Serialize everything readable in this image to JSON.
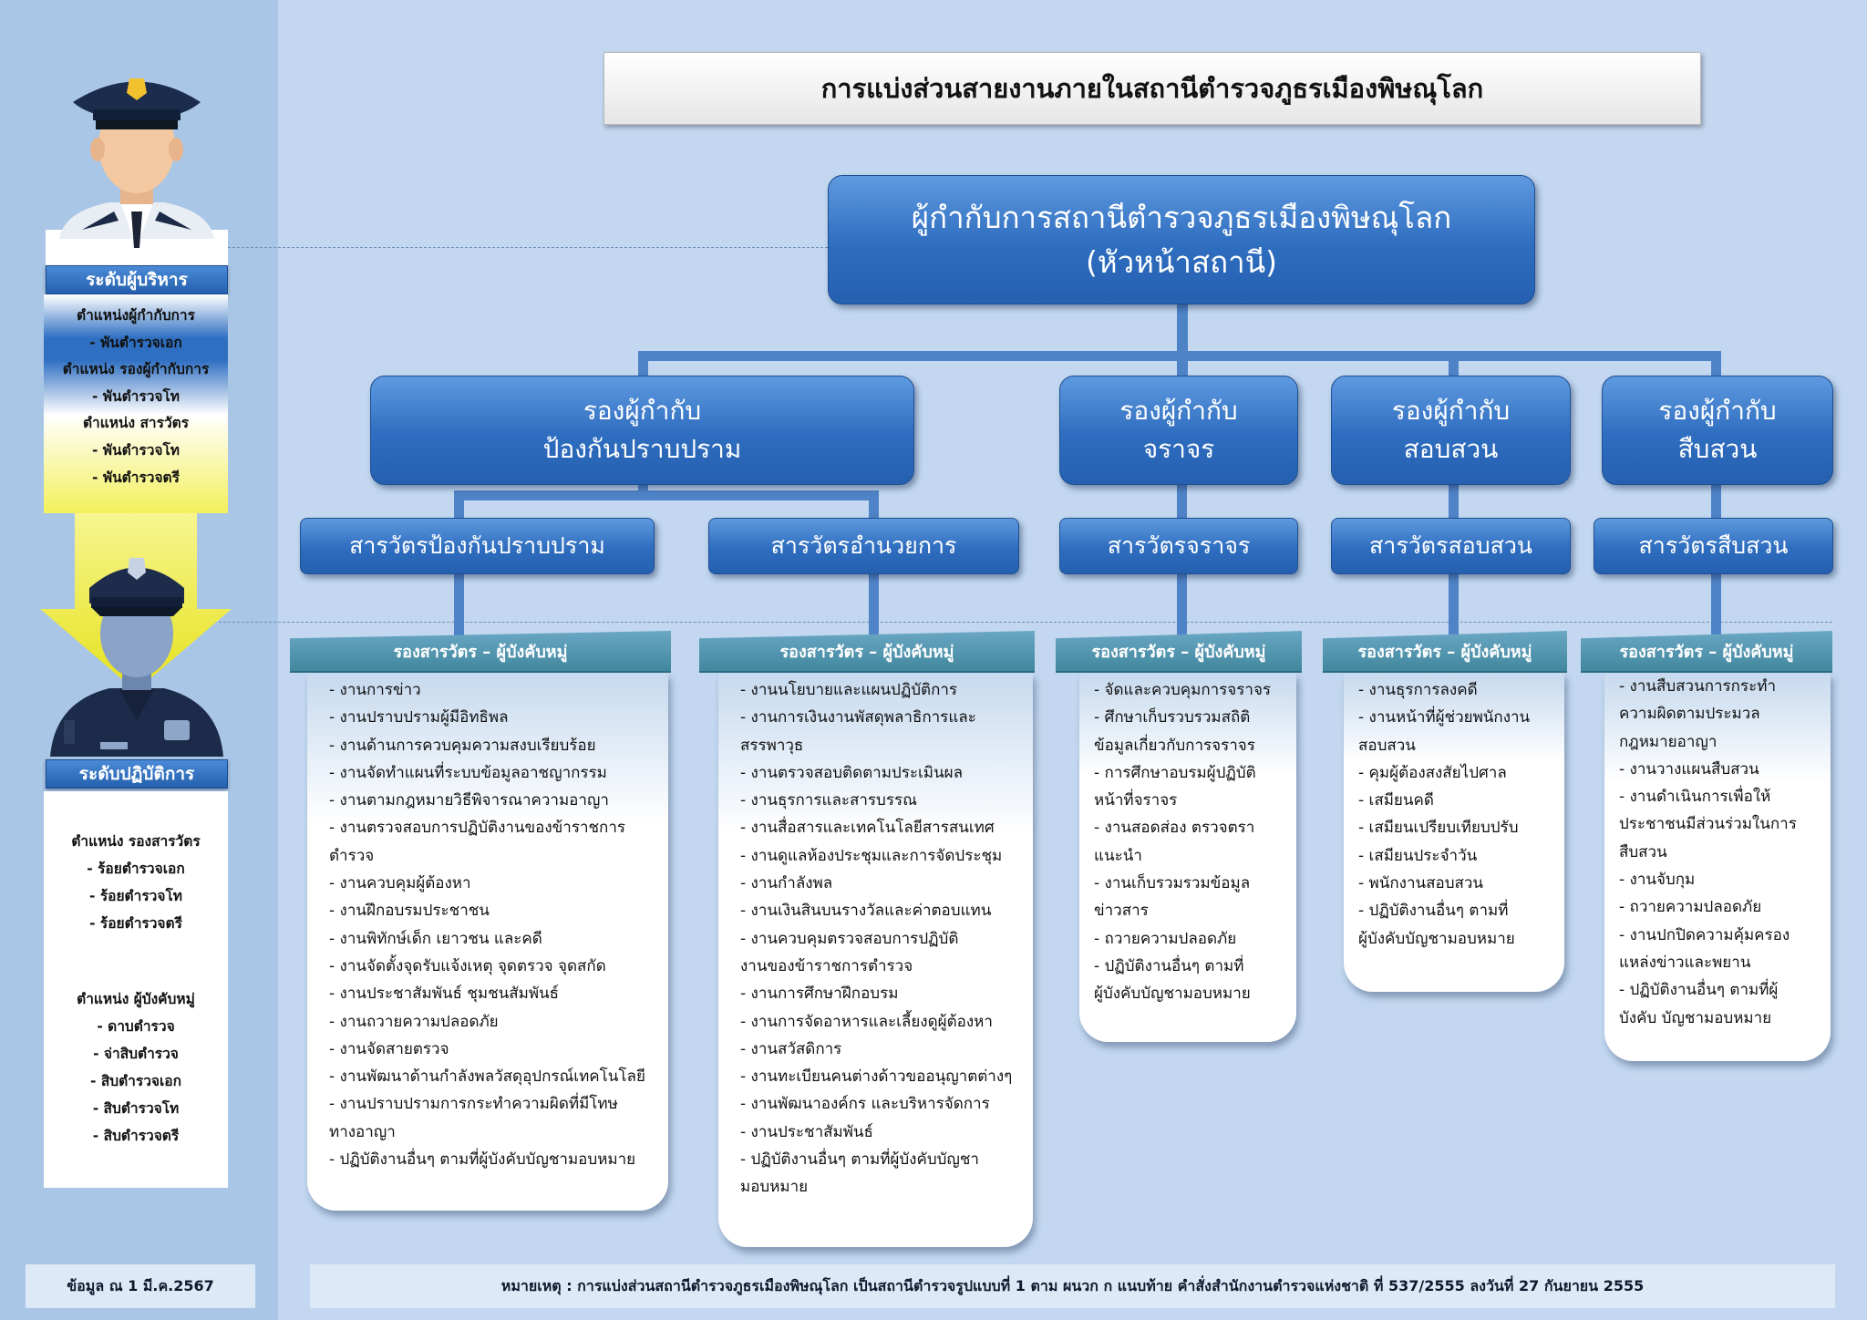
{
  "title": "การแบ่งส่วนสายงานภายในสถานีตำรวจภูธรเมืองพิษณุโลก",
  "head": {
    "line1": "ผู้กำกับการสถานีตำรวจภูธรเมืองพิษณุโลก",
    "line2": "(หัวหน้าสถานี)"
  },
  "deputies": [
    {
      "line1": "รองผู้กำกับ",
      "line2": "ป้องกันปราบปราม"
    },
    {
      "line1": "รองผู้กำกับ",
      "line2": "จราจร"
    },
    {
      "line1": "รองผู้กำกับ",
      "line2": "สอบสวน"
    },
    {
      "line1": "รองผู้กำกับ",
      "line2": "สืบสวน"
    }
  ],
  "inspectors": [
    "สารวัตรป้องกันปราบปราม",
    "สารวัตรอำนวยการ",
    "สารวัตรจราจร",
    "สารวัตรสอบสวน",
    "สารวัตรสืบสวน"
  ],
  "sub_header": "รองสารวัตร – ผู้บังคับหมู่",
  "duties": [
    [
      "- งานการข่าว",
      "- งานปราบปรามผู้มีอิทธิพล",
      "- งานด้านการควบคุมความสงบเรียบร้อย",
      "- งานจัดทำแผนที่ระบบข้อมูลอาชญากรรม",
      "- งานตามกฎหมายวิธีพิจารณาความอาญา",
      "- งานตรวจสอบการปฏิบัติงานของข้าราชการ",
      "ตำรวจ",
      "- งานควบคุมผู้ต้องหา",
      "- งานฝึกอบรมประชาชน",
      "- งานพิทักษ์เด็ก เยาวชน และคดี",
      "- งานจัดตั้งจุดรับแจ้งเหตุ จุดตรวจ จุดสกัด",
      "- งานประชาสัมพันธ์ ชุมชนสัมพันธ์",
      "- งานถวายความปลอดภัย",
      "- งานจัดสายตรวจ",
      "- งานพัฒนาด้านกำลังพลวัสดุอุปกรณ์เทคโนโลยี",
      "- งานปราบปรามการกระทำความผิดที่มีโทษ",
      "ทางอาญา",
      "- ปฏิบัติงานอื่นๆ ตามที่ผู้บังคับบัญชามอบหมาย"
    ],
    [
      "- งานนโยบายและแผนปฏิบัติการ",
      "- งานการเงินงานพัสดุพลาธิการและ",
      "สรรพาวุธ",
      "- งานตรวจสอบติดตามประเมินผล",
      "- งานธุรการและสารบรรณ",
      "- งานสื่อสารและเทคโนโลยีสารสนเทศ",
      "- งานดูแลห้องประชุมและการจัดประชุม",
      "- งานกำลังพล",
      "- งานเงินสินบนรางวัลและค่าตอบแทน",
      "- งานควบคุมตรวจสอบการปฏิบัติ",
      "งานของข้าราชการตำรวจ",
      "- งานการศึกษาฝึกอบรม",
      "- งานการจัดอาหารและเลี้ยงดูผู้ต้องหา",
      "- งานสวัสดิการ",
      "- งานทะเบียนคนต่างด้าวขออนุญาตต่างๆ",
      "- งานพัฒนาองค์กร และบริหารจัดการ",
      "- งานประชาสัมพันธ์",
      "- ปฏิบัติงานอื่นๆ ตามที่ผู้บังคับบัญชา",
      "มอบหมาย"
    ],
    [
      "- จัดและควบคุมการจราจร",
      "- ศึกษาเก็บรวบรวมสถิติ",
      "ข้อมูลเกี่ยวกับการจราจร",
      "- การศึกษาอบรมผู้ปฏิบัติ",
      "หน้าที่จราจร",
      "- งานสอดส่อง ตรวจตรา",
      "แนะนำ",
      "- งานเก็บรวมรวมข้อมูล",
      "ข่าวสาร",
      "- ถวายความปลอดภัย",
      "- ปฏิบัติงานอื่นๆ ตามที่",
      "ผู้บังคับบัญชามอบหมาย"
    ],
    [
      "- งานธุรการลงคดี",
      "- งานหน้าที่ผู้ช่วยพนักงาน",
      "สอบสวน",
      "- คุมผู้ต้องสงสัยไปศาล",
      "- เสมียนคดี",
      "- เสมียนเปรียบเทียบปรับ",
      "- เสมียนประจำวัน",
      "- พนักงานสอบสวน",
      "- ปฏิบัติงานอื่นๆ ตามที่",
      "ผู้บังคับบัญชามอบหมาย"
    ],
    [
      "- งานสืบสวนการกระทำ",
      "ความผิดตามประมวล",
      "กฎหมายอาญา",
      "- งานวางแผนสืบสวน",
      "- งานดำเนินการเพื่อให้",
      "ประชาชนมีส่วนร่วมในการ",
      "สืบสวน",
      "- งานจับกุม",
      "- ถวายความปลอดภัย",
      "- งานปกปิดความคุ้มครอง",
      "แหล่งข่าวและพยาน",
      "- ปฏิบัติงานอื่นๆ ตามที่ผู้",
      "บังคับ บัญชามอบหมาย"
    ]
  ],
  "sidebar": {
    "exec_label": "ระดับผู้บริหาร",
    "exec_lines": [
      "ตำแหน่งผู้กำกับการ",
      "- พันตำรวจเอก",
      "ตำแหน่ง รองผู้กำกับการ",
      "- พันตำรวจโท",
      "ตำแหน่ง สารวัตร",
      "- พันตำรวจโท",
      "- พันตำรวจตรี"
    ],
    "op_label": "ระดับปฏิบัติการ",
    "op_lines1": [
      "ตำแหน่ง รองสารวัตร",
      "- ร้อยตำรวจเอก",
      "- ร้อยตำรวจโท",
      "- ร้อยตำรวจตรี"
    ],
    "op_lines2": [
      "ตำแหน่ง ผู้บังคับหมู่",
      "- ดาบตำรวจ",
      "- จ่าสิบตำรวจ",
      "- สิบตำรวจเอก",
      "- สิบตำรวจโท",
      "- สิบตำรวจตรี"
    ]
  },
  "footer": {
    "date": "ข้อมูล ณ 1 มี.ค.2567",
    "note": "หมายเหตุ : การแบ่งส่วนสถานีตำรวจภูธรเมืองพิษณุโลก เป็นสถานีตำรวจรูปแบบที่ 1 ตาม ผนวก ก แนบท้าย คำสั่งสำนักงานตำรวจแห่งชาติ ที่ 537/2555 ลงวันที่ 27 กันยายน 2555"
  },
  "colors": {
    "box_blue": "#2e6dbf",
    "teal": "#41879e",
    "background": "#c3d8f0",
    "arrow_yellow": "#f2ef2a"
  }
}
